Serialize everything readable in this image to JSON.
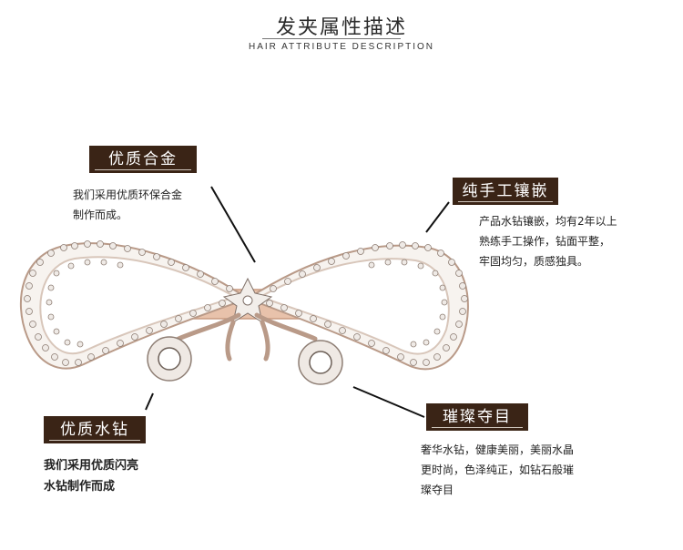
{
  "header": {
    "title": "发夹属性描述",
    "subtitle": "HAIR ATTRIBUTE DESCRIPTION"
  },
  "features": [
    {
      "label": "优质合金",
      "lines": [
        "我们采用优质环保合金",
        "制作而成。"
      ]
    },
    {
      "label": "纯手工镶嵌",
      "lines": [
        "产品水钻镶嵌，均有2年以上",
        "熟练手工操作，钻面平整，",
        "牢固均匀，质感独具。"
      ]
    },
    {
      "label": "优质水钻",
      "lines": [
        "我们采用优质闪亮",
        "水钻制作而成"
      ]
    },
    {
      "label": "璀璨夺目",
      "lines": [
        "奢华水钻，健康美丽，美丽水晶",
        "更时尚，色泽纯正，如钻石般璀",
        "璨夺目"
      ]
    }
  ],
  "colors": {
    "badge_bg": "#3a2416",
    "metal": "#e3b9a0",
    "crystal": "#f4f1ee",
    "crystal_edge": "#9a8a80"
  },
  "product_image": "rhinestone-bow-hair-clip"
}
